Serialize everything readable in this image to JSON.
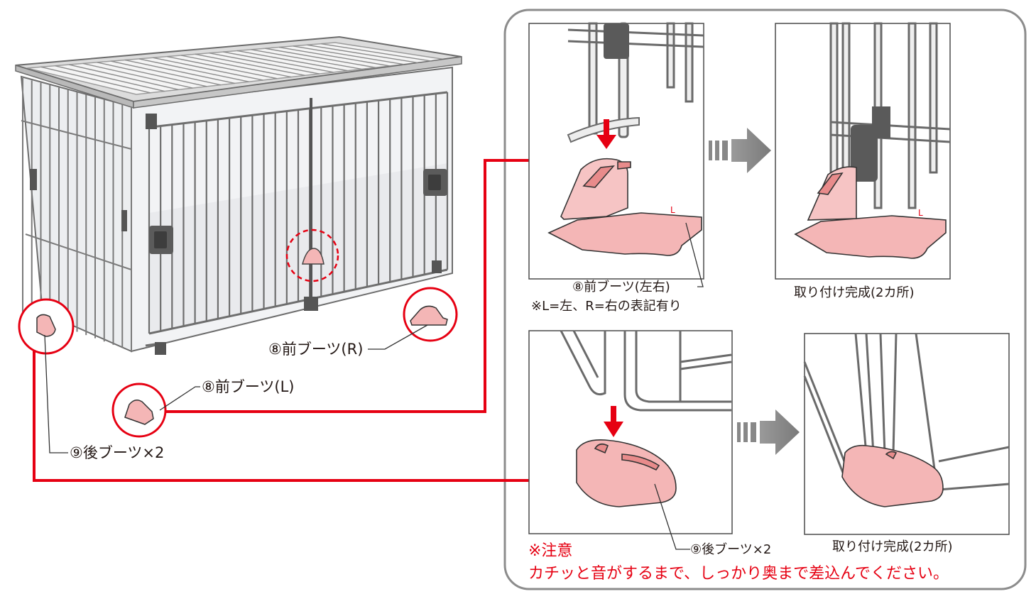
{
  "labels": {
    "front_boot_r": "⑧前ブーツ(R)",
    "front_boot_l": "⑧前ブーツ(L)",
    "rear_boot_x2_main": "⑨後ブーツ×2",
    "front_boot_lr": "⑧前ブーツ(左右)",
    "lr_note": "※L=左、R=右の表記有り",
    "done_top": "取り付け完成(2カ所)",
    "rear_boot_x2_panel": "⑨後ブーツ×2",
    "done_bottom": "取り付け完成(2カ所)",
    "caution_title": "※注意",
    "caution_text": "カチッと音がするまで、しっかり奥まで差込んでください。"
  },
  "colors": {
    "accent_red": "#e60012",
    "boot_pink": "#f4b6b6",
    "boot_pink_dark": "#e88b8b",
    "frame_gray": "#8a8a8a",
    "arrow_gray": "#888888",
    "line_dark": "#333333"
  }
}
